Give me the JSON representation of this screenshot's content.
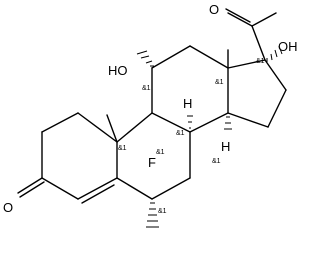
{
  "atom_labels": {
    "oxygen_ketone_acetyl": "O",
    "oxygen_hydroxyl_17": "OH",
    "oxygen_hydroxyl_11": "HO",
    "oxygen_ketone_ring_a": "O",
    "fluorine_9": "F",
    "hydrogen_8": "H",
    "hydrogen_14": "H"
  },
  "stereo_labels": {
    "c17": "&1",
    "c13": "&1",
    "c11": "&1",
    "c10": "&1",
    "c9": "&1",
    "c8": "&1",
    "c14": "&1",
    "c6": "&1"
  }
}
